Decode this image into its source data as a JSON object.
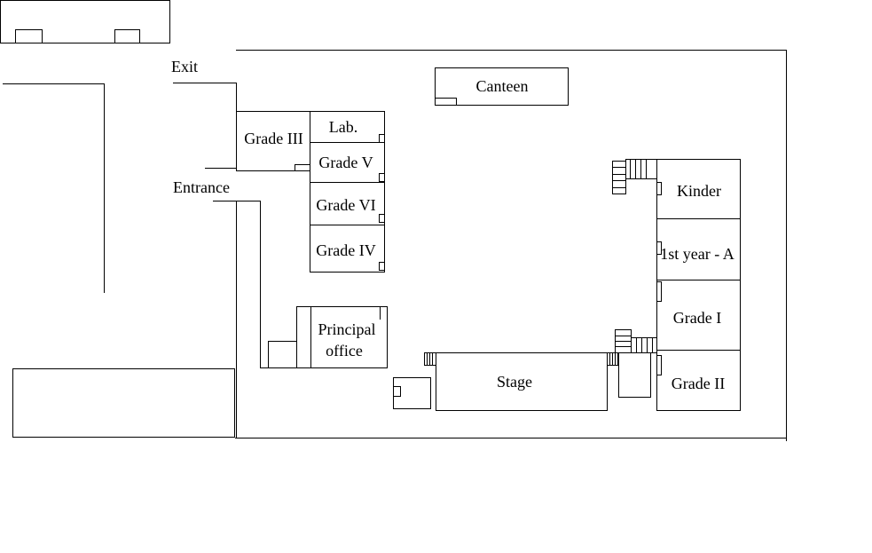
{
  "map": {
    "labels": {
      "exit": "Exit",
      "entrance": "Entrance",
      "canteen": "Canteen",
      "grade_iii": "Grade III",
      "lab": "Lab.",
      "grade_v": "Grade V",
      "grade_vi": "Grade VI",
      "grade_iv": "Grade IV",
      "principal_line1": "Principal",
      "principal_line2": "office",
      "stage": "Stage",
      "kinder": "Kinder",
      "first_year_a": "1st year - A",
      "grade_i": "Grade I",
      "grade_ii": "Grade II"
    },
    "line_color": "#000000",
    "background_color": "#ffffff"
  }
}
